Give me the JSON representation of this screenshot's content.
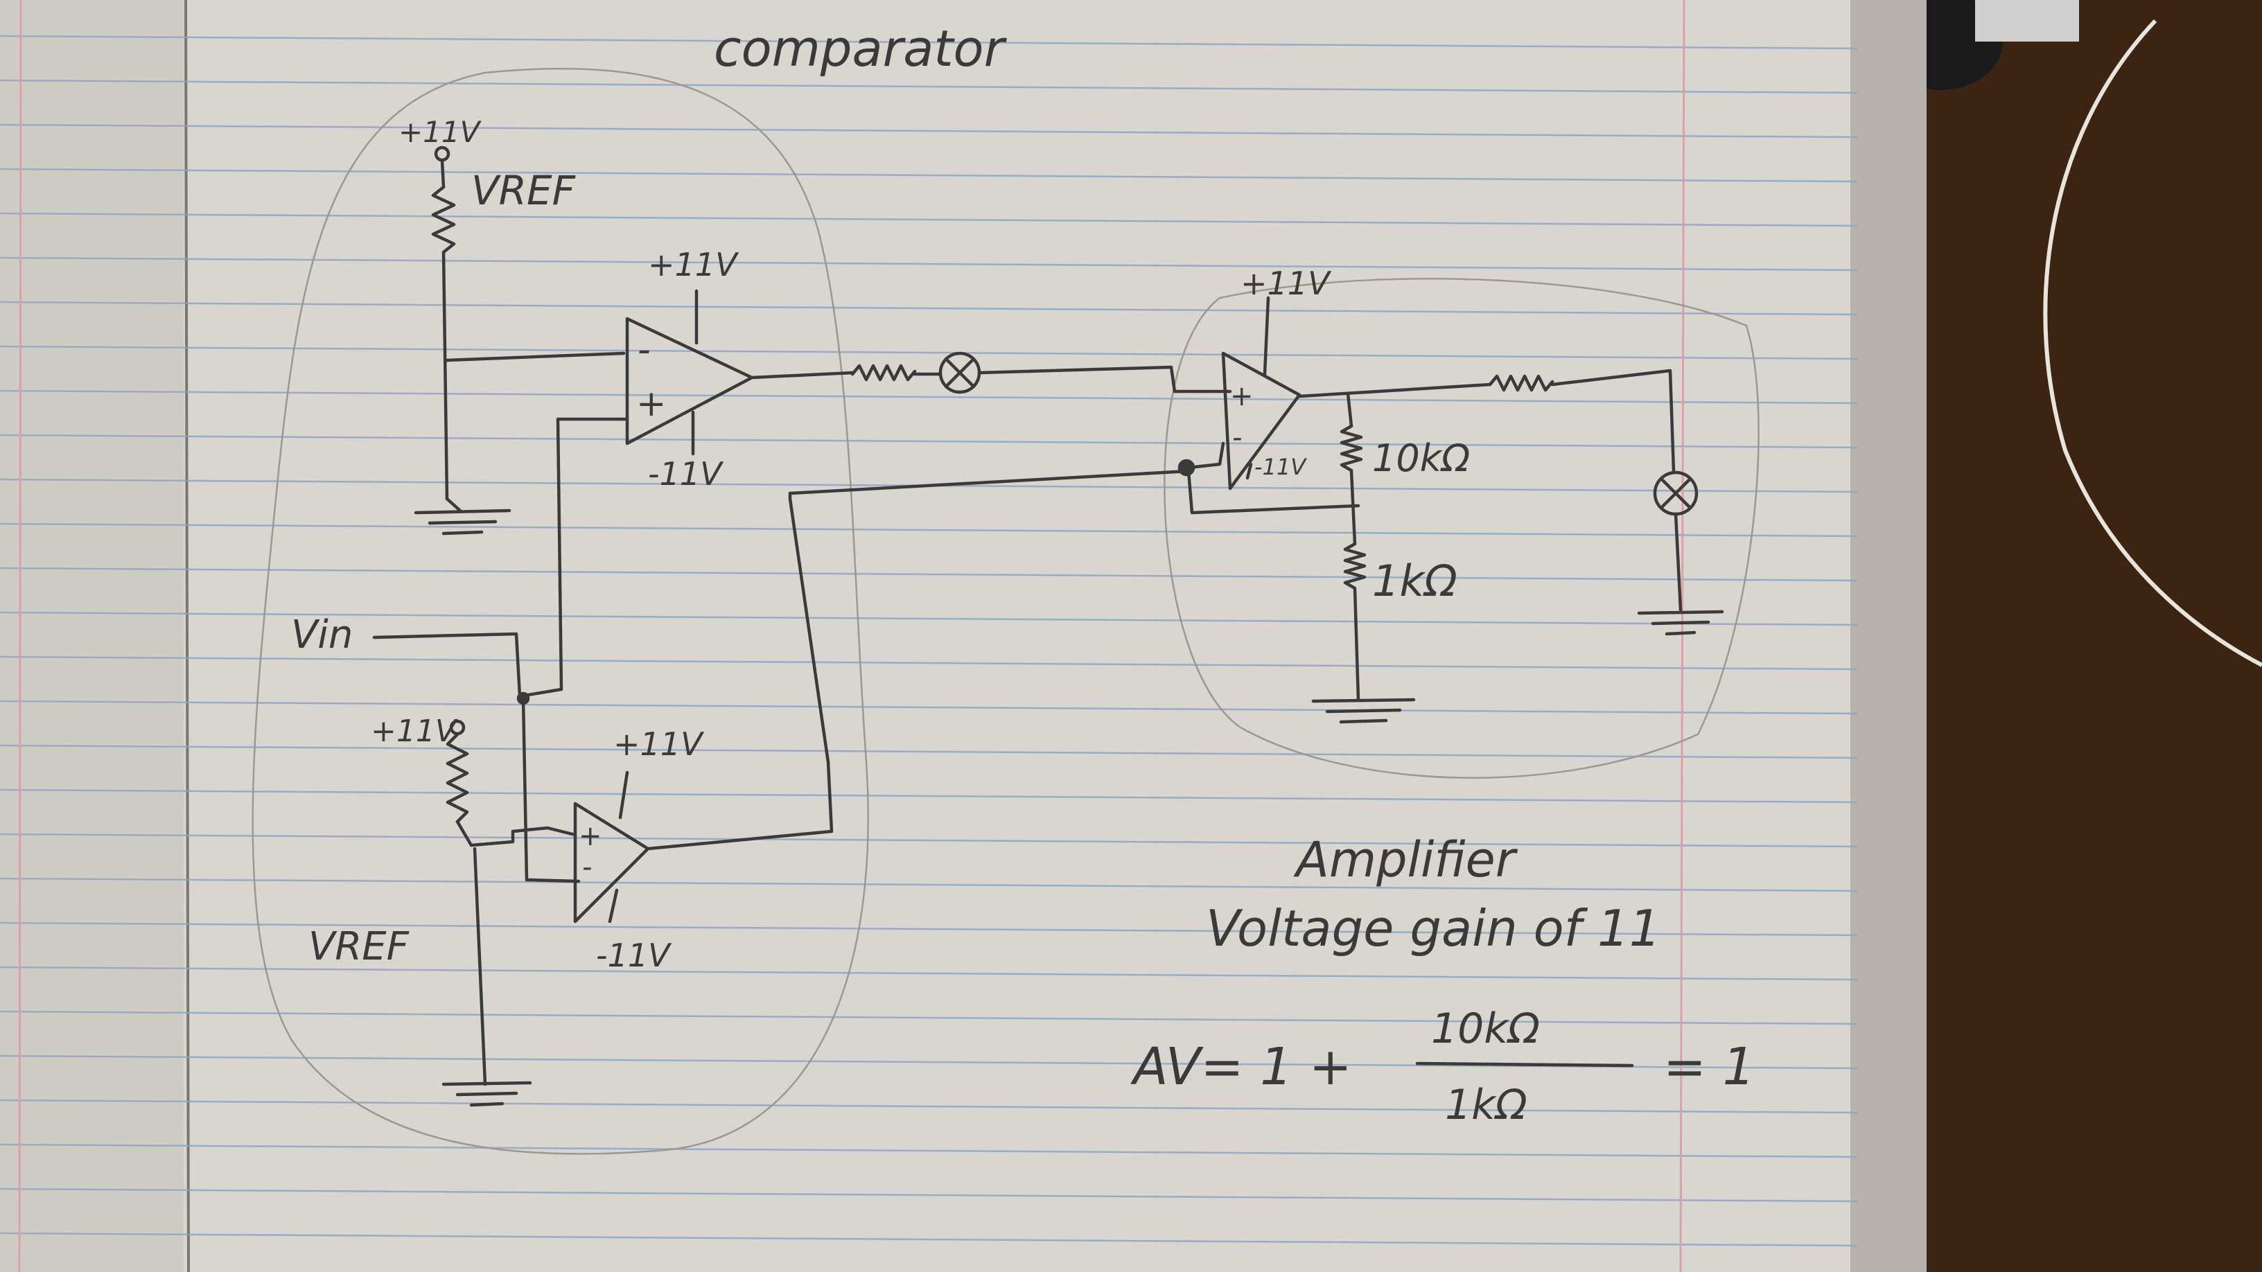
{
  "labels": {
    "comparator_title": "comparator",
    "supply_pos_top": "+11V",
    "vref_top": "VREF",
    "opamp1_pos_supply": "+11V",
    "opamp1_neg_supply": "-11V",
    "opamp1_minus": "-",
    "opamp1_plus": "+",
    "vin": "Vin",
    "supply_pos_left": "+11V",
    "opamp2_pos_supply": "+11V",
    "opamp2_neg_supply": "-11V",
    "opamp2_plus": "+",
    "opamp2_minus": "-",
    "vref_bottom": "VREF",
    "opamp3_pos_supply": "+11V",
    "opamp3_neg_supply": "-11V",
    "opamp3_plus": "+",
    "opamp3_minus": "-",
    "resistor_10k": "10kΩ",
    "resistor_1k": "1kΩ",
    "amplifier_title": "Amplifier",
    "voltage_gain": "Voltage gain of 11",
    "formula_lhs": "AV= 1 +",
    "formula_numerator": "10kΩ",
    "formula_denominator": "1kΩ",
    "formula_result": "= 1"
  },
  "colors": {
    "paper": "#d9d6cf",
    "ink": "#3a3a3a",
    "rule_line": "#8fa5c4",
    "margin_line": "#d9a0a8",
    "desk": "#4a2c14"
  }
}
